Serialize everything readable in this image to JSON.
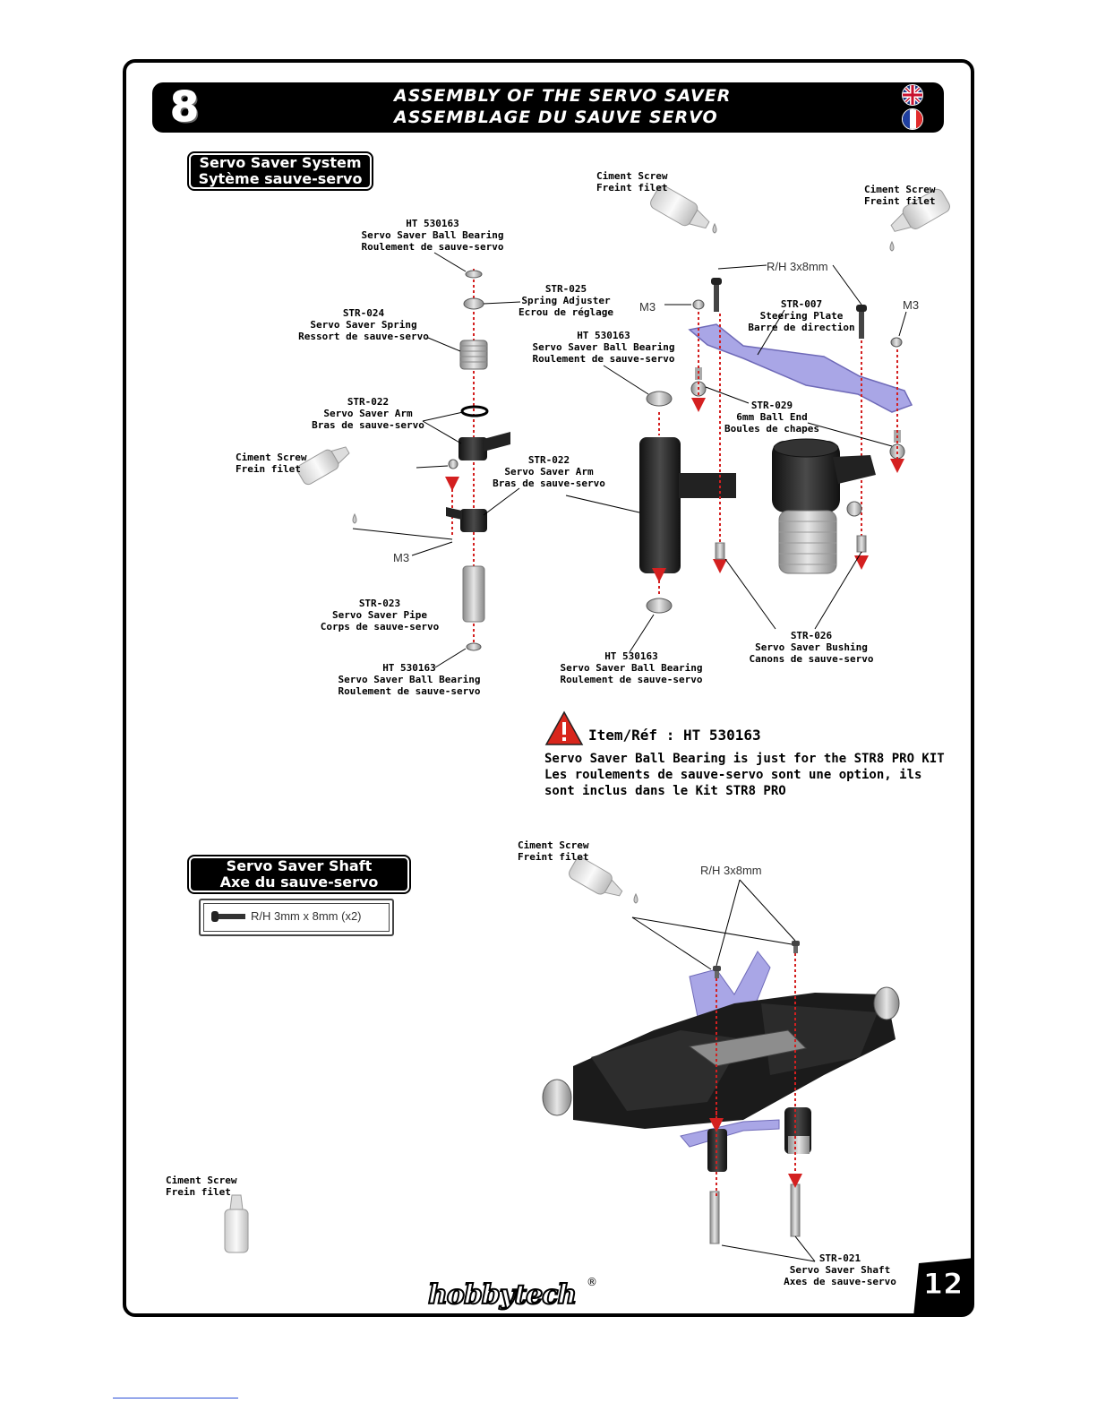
{
  "step": {
    "number": "8",
    "title_en": "ASSEMBLY OF THE SERVO SAVER",
    "title_fr": "ASSEMBLAGE DU SAUVE SERVO",
    "flag_en": "uk-flag-icon",
    "flag_fr": "france-flag-icon"
  },
  "section1": {
    "line1": "Servo Saver System",
    "line2": "Sytème sauve-servo"
  },
  "section2": {
    "line1": "Servo Saver Shaft",
    "line2": "Axe du sauve-servo"
  },
  "screw_box": {
    "text": "R/H 3mm x 8mm (x2)"
  },
  "labels": {
    "ht_top": [
      "HT 530163",
      "Servo Saver Ball Bearing",
      "Roulement de sauve-servo"
    ],
    "str025": [
      "STR-025",
      "Spring Adjuster",
      "Ecrou de réglage"
    ],
    "str024": [
      "STR-024",
      "Servo Saver Spring",
      "Ressort de sauve-servo"
    ],
    "ht_mid": [
      "HT 530163",
      "Servo Saver Ball Bearing",
      "Roulement de sauve-servo"
    ],
    "str022_a": [
      "STR-022",
      "Servo Saver Arm",
      "Bras de sauve-servo"
    ],
    "ciment_left": [
      "Ciment Screw",
      "Frein filet"
    ],
    "str022_b": [
      "STR-022",
      "Servo Saver Arm",
      "Bras de sauve-servo"
    ],
    "m3_left": "M3",
    "str023": [
      "STR-023",
      "Servo Saver Pipe",
      "Corps de sauve-servo"
    ],
    "ht_bot_left": [
      "HT 530163",
      "Servo Saver Ball Bearing",
      "Roulement de sauve-servo"
    ],
    "ht_bot_mid": [
      "HT 530163",
      "Servo Saver Ball Bearing",
      "Roulement de sauve-servo"
    ],
    "ciment_top_mid": [
      "Ciment Screw",
      "Freint filet"
    ],
    "ciment_top_right": [
      "Ciment Screw",
      "Freint filet"
    ],
    "rh_top": "R/H 3x8mm",
    "m3_mid": "M3",
    "m3_right": "M3",
    "str007": [
      "STR-007",
      "Steering Plate",
      "Barre de direction"
    ],
    "str029": [
      "STR-029",
      "6mm Ball End",
      "Boules de chapes"
    ],
    "str026": [
      "STR-026",
      "Servo Saver Bushing",
      "Canons de sauve-servo"
    ],
    "ciment_lower_mid": [
      "Ciment Screw",
      "Freint filet"
    ],
    "rh_lower": "R/H 3x8mm",
    "ciment_lower_left": [
      "Ciment Screw",
      "Frein filet"
    ],
    "str021": [
      "STR-021",
      "Servo Saver Shaft",
      "Axes de sauve-servo"
    ]
  },
  "note": {
    "title": "Item/Réf : HT 530163",
    "lines": [
      "Servo Saver Ball Bearing is just for the STR8 PRO KIT",
      "Les roulements de sauve-servo sont une option, ils",
      "sont inclus dans le Kit STR8 PRO"
    ],
    "icon": "warning-triangle-icon"
  },
  "page_number": "12",
  "brand": "hobbytech",
  "registered": "®",
  "colors": {
    "accent_purple": "#a9a6e6",
    "arrow_red": "#d42020",
    "warning_red": "#d8261c"
  }
}
